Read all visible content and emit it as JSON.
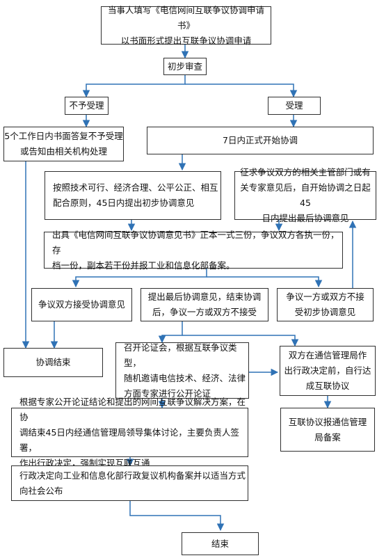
{
  "diagram": {
    "nodes": {
      "apply": "当事人填写《电信网间互联争议协调申请书》\n以书面形式提出互联争议协调申请",
      "initial_review": "初步审查",
      "reject": "不予受理",
      "accept": "受理",
      "reject_reply": "5个工作日内书面答复不予受理\n或告知由相关机构处理",
      "start_coord": "7日内正式开始协调",
      "prelim_opinion": "按照技术可行、经济合理、公平公正、相互\n配合原则，45日内提出初步协调意见",
      "expert_opinion": "征求争议双方的相关主管部门或有\n关专家意见后，自开始协调之日起45\n日内提出最后协调意见",
      "issue_opinion": "出具《电信网间互联争议协调意见书》正本一式三份，争议双方各执一份，存\n档一份，副本若干份并报工业和信息化部备案。",
      "both_accept": "争议双方接受协调意见",
      "final_opinion": "提出最后协调意见，结束协调\n后，争议一方或双方不接受",
      "not_accept": "争议一方或双方不接\n受初步协调意见",
      "coord_end": "协调结束",
      "hearing": "召开论证会，根据互联争议类型，\n随机邀请电信技术、经济、法律\n方面专家进行公开论证",
      "agreement": "双方在通信管理局作\n出行政决定前，自行达\n成互联协议",
      "admin_decision": "根据专家公开论证结论和提出的网间互联争议解决方案，在协\n调结束45日内经通信管理局领导集体讨论，主要负责人签署，\n作出行政决定，强制实现互联互通",
      "agreement_filing": "互联协议报通信管理\n局备案",
      "decision_filing": "行政决定向工业和信息化部行政复议机构备案并以适当方式\n向社会公布",
      "end": "结束"
    },
    "colors": {
      "arrow": "#2f72b5",
      "border": "#2f2f2f"
    }
  }
}
